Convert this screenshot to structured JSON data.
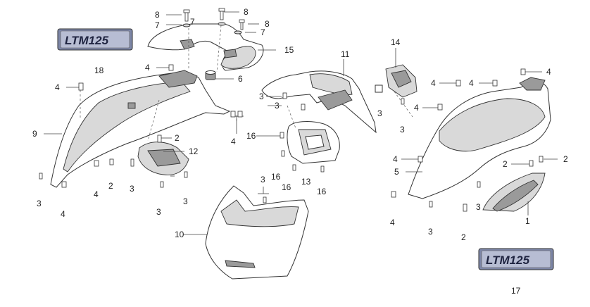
{
  "diagram": {
    "logo_text": "LTM125",
    "callouts": {
      "p1": "1",
      "p2": "2",
      "p3": "3",
      "p4": "4",
      "p5": "5",
      "p6": "6",
      "p7": "7",
      "p8": "8",
      "p9": "9",
      "p10": "10",
      "p11": "11",
      "p12": "12",
      "p13": "13",
      "p14": "14",
      "p15": "15",
      "p16": "16",
      "p17": "17",
      "p18": "18"
    }
  }
}
